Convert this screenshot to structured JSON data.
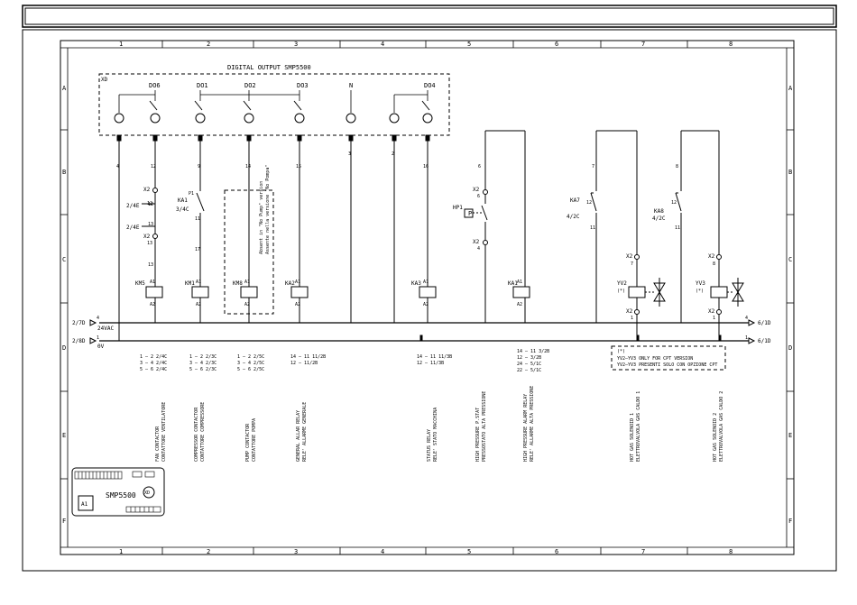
{
  "columns": [
    "1",
    "2",
    "3",
    "4",
    "5",
    "6",
    "7",
    "8"
  ],
  "rows": [
    "A",
    "B",
    "C",
    "D",
    "E",
    "F"
  ],
  "board_title": "DIGITAL OUTPUT SMP5500",
  "connector_label": "XD",
  "outputs": [
    "DO6",
    "DO1",
    "DO2",
    "DO3",
    "N",
    "DO4"
  ],
  "terminal_numbers": {
    "t4": "4",
    "t12": "12",
    "t9": "9",
    "t14": "14",
    "t15": "15",
    "t3": "3",
    "t2": "2",
    "t16": "16",
    "hp_top": "6",
    "ka7_top": "7",
    "ka8_top": "8"
  },
  "wire_numbers": {
    "x2_12_label": "X2",
    "x2_12_num": "12",
    "ref_24e_1": "2/4E",
    "ref_12": "12",
    "ref_24e_2": "2/4E",
    "ref_13": "13",
    "x2_13_label": "X2",
    "x2_13_num": "13",
    "w13": "13",
    "ka1_label": "KA1",
    "ka1_ref": "3/4C",
    "ka1_p1": "P1",
    "ka1_p2": "11",
    "w17": "17",
    "hp1_label": "HP1",
    "hp_x2_top_label": "X2",
    "hp_x2_top_num": "6",
    "hp_x2_bot_label": "X2",
    "hp_x2_bot_num": "4",
    "ka7_label": "KA7",
    "ka7_ref": "4/2C",
    "ka7_p1": "12",
    "ka7_p2": "11",
    "ka8_label": "KA8",
    "ka8_ref": "4/2C",
    "ka8_p1": "12",
    "ka8_p2": "11",
    "yv2_x2_top_label": "X2",
    "yv2_x2_top_num": "7",
    "yv3_x2_top_label": "X2",
    "yv3_x2_top_num": "8",
    "yv2_x2_bot_label": "X2",
    "yv2_x2_bot_num": "1",
    "yv3_x2_bot_label": "X2",
    "yv3_x2_bot_num": "1"
  },
  "coils": {
    "km5": "KM5",
    "km1": "KM1",
    "km8": "KM8",
    "ka2": "KA2",
    "ka3": "KA3",
    "ka1": "KA1",
    "yv2": "YV2",
    "yv3": "YV3",
    "a1": "A1",
    "a2": "A2",
    "yv2_note": "(*)",
    "yv3_note": "(*)"
  },
  "note_pump": {
    "line1": "Absent in \"No Pump\" version",
    "line2": "Assente nella versione \"No Pompa\""
  },
  "rails": {
    "top_left_ref": "2/7D",
    "top_num": "4",
    "top_voltage": "24VAC",
    "top_right_ref": "6/1D",
    "top_right_num": "4",
    "bottom_left_ref": "2/8D",
    "bottom_num": "1",
    "bottom_voltage": "0V",
    "bottom_right_ref": "6/1D",
    "bottom_right_num": "1",
    "mid_num": "1"
  },
  "contacts": {
    "km5": [
      "1 — 2 2/4C",
      "3 — 4 2/4C",
      "5 — 6 2/4C"
    ],
    "km1": [
      "1 — 2 2/3C",
      "3 — 4 2/3C",
      "5 — 6 2/3C"
    ],
    "km8": [
      "1 — 2 2/5C",
      "3 — 4 2/5C",
      "5 — 6 2/5C"
    ],
    "ka2": [
      "14 — 11 11/2B",
      "12 — 11/2B"
    ],
    "ka3": [
      "14 — 11 11/3B",
      "12 — 11/3B"
    ],
    "ka1": [
      "14 — 11 3/2B",
      "12 — 3/2B",
      "24 — 5/1C",
      "22 — 5/1C"
    ]
  },
  "cpt_note": {
    "mark": "(*)",
    "line1": "YV2—YV3 ONLY FOR CPT VERSION",
    "line2": "YV2—YV3 PRESENTI SOLO CON OPZIONE CPT"
  },
  "descriptions": {
    "c1": [
      "FAN CONTACTOR",
      "CONTATTORE VENTILATORE"
    ],
    "c2": [
      "COMPRESSOR CONTACTOR",
      "CONTATTORE COMPRESSORE"
    ],
    "c3": [
      "PUMP CONTACTOR",
      "CONTATTORE POMPA"
    ],
    "c4": [
      "GENERAL ALLAR RELAY",
      "RELE' ALLARME GENERALE"
    ],
    "c5": [
      "STATUS RELAY",
      "RELE' STATO MACCHINA"
    ],
    "c6": [
      "HIGH PRESSURE P.STAT",
      "PRESSOSTATO ALTA PRESSIONE"
    ],
    "c7": [
      "HIGH PRESSURE ALARM RELAY",
      "RELE' ALLARME ALTA PRESSIONE"
    ],
    "c8": [
      "HOT GAS SOLENOID 1",
      "ELETTROVALVOLA GAS CALDO 1"
    ],
    "c9": [
      "HOT GAS SOLENOID 2",
      "ELETTROVALVOLA GAS CALDO 2"
    ]
  },
  "board": {
    "a1": "A1",
    "name": "SMP5500",
    "xd": "XD"
  }
}
